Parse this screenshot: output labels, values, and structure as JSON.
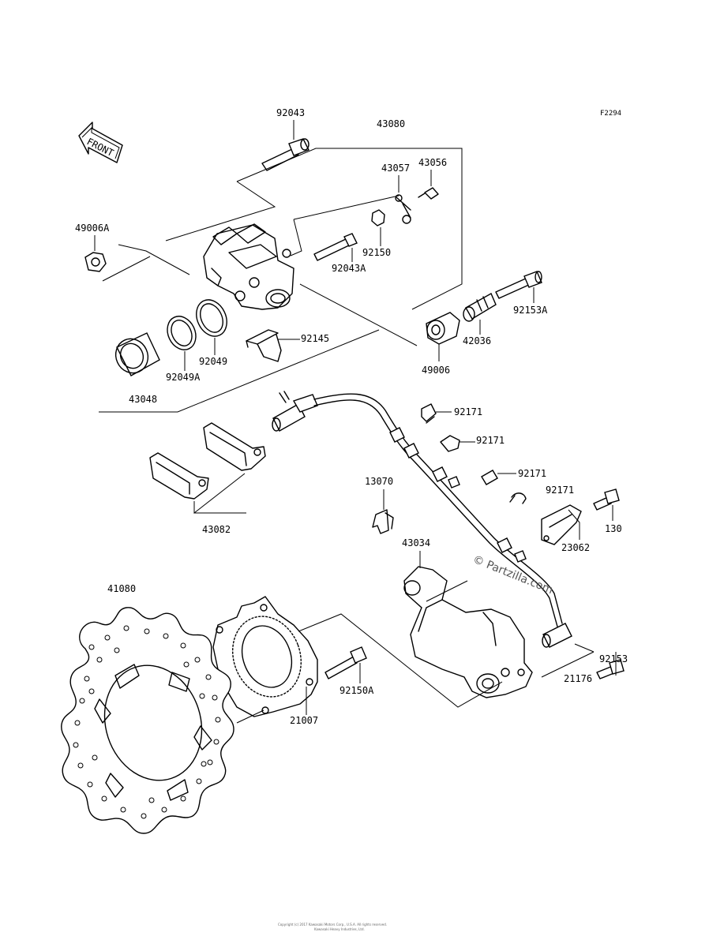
{
  "figure_code": "F2294",
  "front_label": "FRONT",
  "watermark": "© Partzilla.com",
  "footer_line1": "Copyright (c) 2017 Kawasaki Motors Corp., U.S.A. All rights reserved.",
  "footer_line2": "Kawasaki Heavy Industries, Ltd.",
  "parts": {
    "p92043": "92043",
    "p43080": "43080",
    "p43057": "43057",
    "p43056": "43056",
    "p49006A": "49006A",
    "p92150": "92150",
    "p92043A": "92043A",
    "p92153A": "92153A",
    "p92145": "92145",
    "p42036": "42036",
    "p92049": "92049",
    "p92049A": "92049A",
    "p49006": "49006",
    "p43048": "43048",
    "p92171a": "92171",
    "p92171b": "92171",
    "p92171c": "92171",
    "p92171d": "92171",
    "p13070": "13070",
    "p43082": "43082",
    "p130": "130",
    "p43034": "43034",
    "p23062": "23062",
    "p41080": "41080",
    "p92153": "92153",
    "p21176": "21176",
    "p92150A": "92150A",
    "p21007": "21007"
  }
}
